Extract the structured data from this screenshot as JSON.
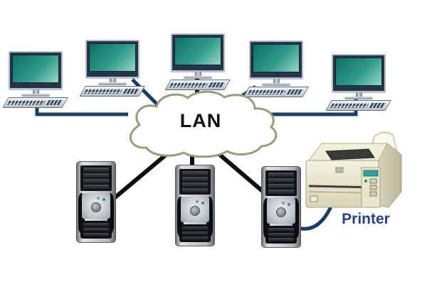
{
  "cloud": {
    "label": "LAN"
  },
  "printer": {
    "label": "Printer"
  },
  "colors": {
    "background": "#ffffff",
    "connection_navy": "#1c3e66",
    "connection_black": "#0e0e0e",
    "cloud_outline": "#9a9a7c",
    "cloud_fill": "#ffffff",
    "screen_teal_dark": "#0f6e63",
    "screen_teal_light": "#97d8c2",
    "printer_body": "#ece8d2",
    "printer_display": "#2ea296",
    "printer_label_color": "#27408b"
  },
  "devices": {
    "workstations": [
      "workstation-1",
      "workstation-2",
      "workstation-3",
      "workstation-4",
      "workstation-5"
    ],
    "servers": [
      "server-1",
      "server-2",
      "server-3"
    ],
    "printers": [
      "printer-1"
    ]
  },
  "connections": [
    {
      "from": "workstation-1",
      "to": "lan-cloud",
      "color": "navy"
    },
    {
      "from": "workstation-2",
      "to": "lan-cloud",
      "color": "navy"
    },
    {
      "from": "workstation-3",
      "to": "lan-cloud",
      "color": "black"
    },
    {
      "from": "workstation-4",
      "to": "lan-cloud",
      "color": "navy"
    },
    {
      "from": "workstation-5",
      "to": "lan-cloud",
      "color": "navy"
    },
    {
      "from": "lan-cloud",
      "to": "server-1",
      "color": "black"
    },
    {
      "from": "lan-cloud",
      "to": "server-2",
      "color": "black"
    },
    {
      "from": "lan-cloud",
      "to": "server-3",
      "color": "black"
    },
    {
      "from": "server-3",
      "to": "printer-1",
      "color": "navy"
    }
  ]
}
